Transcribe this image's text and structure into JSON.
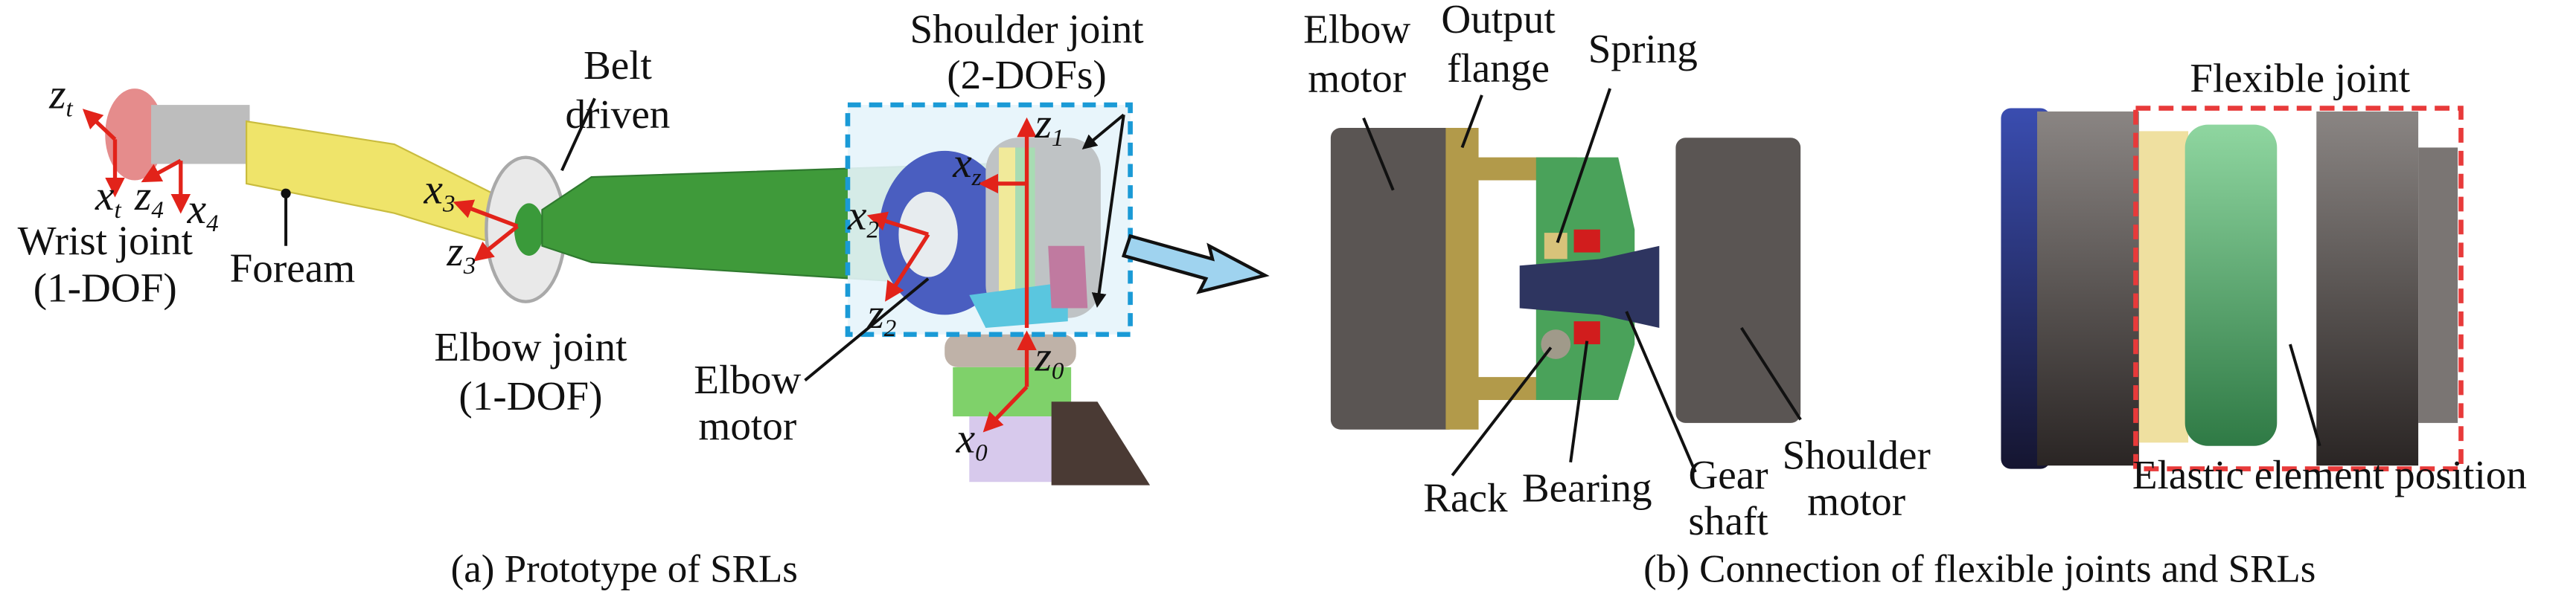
{
  "figure": {
    "panel_a": {
      "caption": "(a) Prototype of SRLs",
      "labels": {
        "wrist_joint": [
          "Wrist joint",
          "(1-DOF)"
        ],
        "foream": "Foream",
        "belt_driven": [
          "Belt",
          "driven"
        ],
        "elbow_joint": [
          "Elbow joint",
          "(1-DOF)"
        ],
        "elbow_motor": [
          "Elbow",
          "motor"
        ],
        "shoulder_joint": [
          "Shoulder joint",
          "(2-DOFs)"
        ]
      },
      "axes": {
        "zt": {
          "base": "z",
          "sub": "t"
        },
        "xt": {
          "base": "x",
          "sub": "t"
        },
        "z4": {
          "base": "z",
          "sub": "4"
        },
        "x4": {
          "base": "x",
          "sub": "4"
        },
        "x3": {
          "base": "x",
          "sub": "3"
        },
        "z3": {
          "base": "z",
          "sub": "3"
        },
        "x2": {
          "base": "x",
          "sub": "2"
        },
        "z2": {
          "base": "z",
          "sub": "2"
        },
        "xz": {
          "base": "x",
          "sub": "z"
        },
        "z1": {
          "base": "z",
          "sub": "1"
        },
        "z0": {
          "base": "z",
          "sub": "0"
        },
        "x0": {
          "base": "x",
          "sub": "0"
        }
      }
    },
    "panel_b": {
      "caption": "(b) Connection of flexible joints and SRLs",
      "labels": {
        "elbow_motor": [
          "Elbow",
          "motor"
        ],
        "output_flange": [
          "Output",
          "flange"
        ],
        "spring": "Spring",
        "rack": "Rack",
        "bearing": "Bearing",
        "gear_shaft": [
          "Gear",
          "shaft"
        ],
        "shoulder_motor": [
          "Shoulder",
          "motor"
        ],
        "flexible_joint": "Flexible joint",
        "elastic_element_position": "Elastic element position"
      }
    },
    "colors": {
      "axis_arrow": "#e2231a",
      "shoulder_box": "#1a9ad6",
      "flex_box": "#e83a3a",
      "transfer_arrow": "#9fd3ef",
      "forearm": "#efe46a",
      "upper_arm": "#3f9a3a",
      "motor_gray": "#5a5553",
      "flange_blue": "#2d3a8c",
      "green_part": "#5fb872"
    }
  }
}
